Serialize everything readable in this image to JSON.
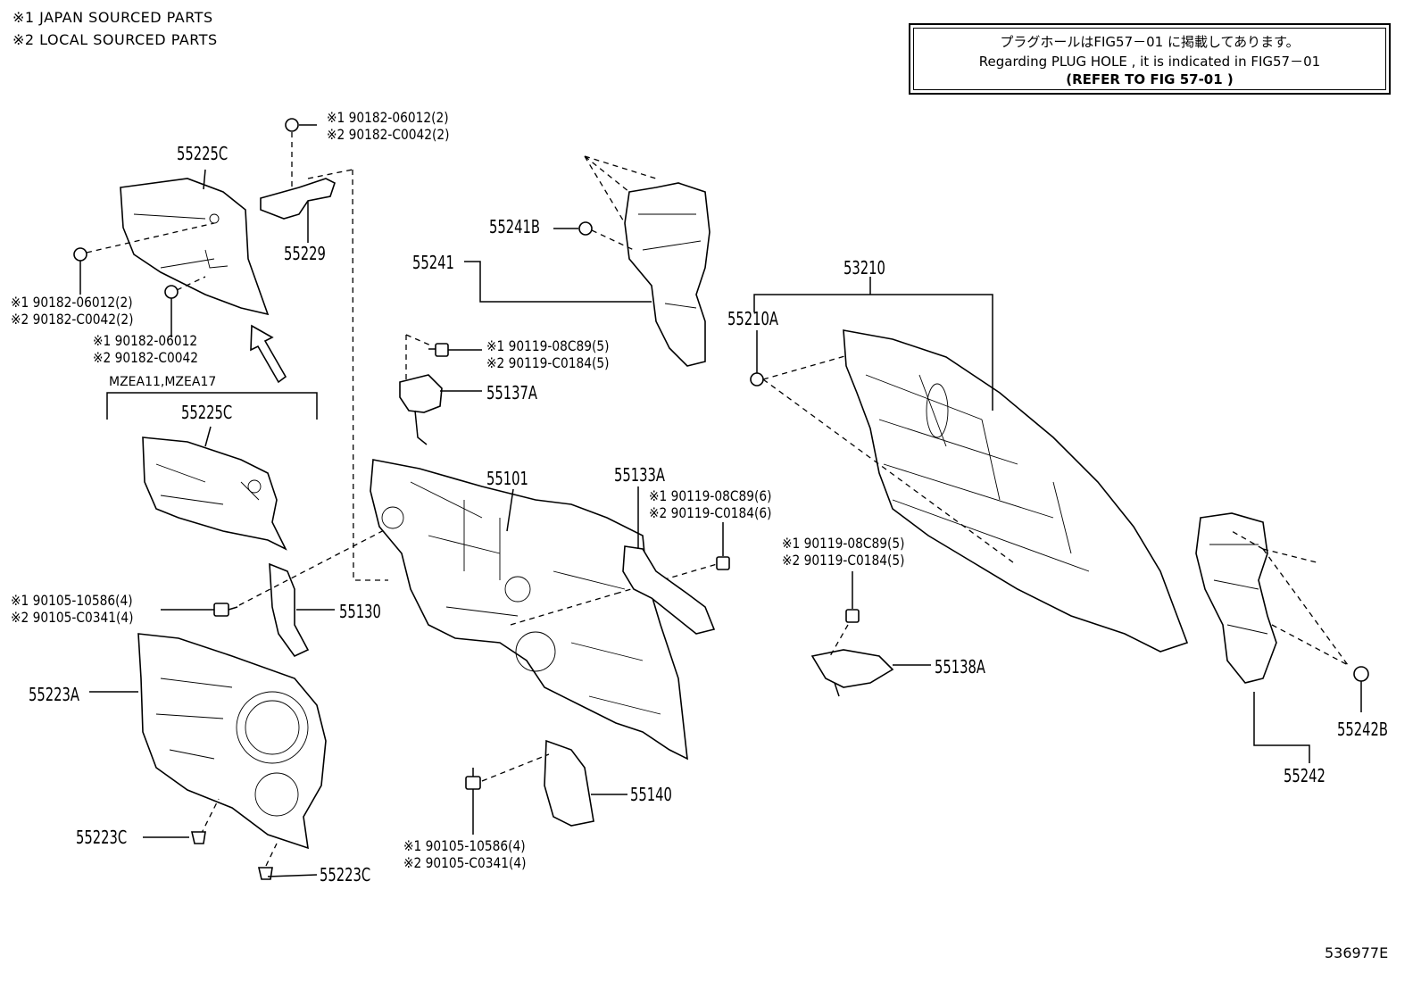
{
  "notes": {
    "japan": "※1  JAPAN SOURCED PARTS",
    "local": "※2  LOCAL SOURCED PARTS"
  },
  "notice": {
    "line1": "プラグホールはFIG57－01 に掲載してあります。",
    "line2": "Regarding  PLUG  HOLE  , it  is  indicated  in  FIG57－01",
    "line3": "(REFER  TO  FIG  57-01  )"
  },
  "parts": {
    "p55225C_top": "55225C",
    "p55229": "55229",
    "p55225C_mid": "55225C",
    "variant": "MZEA11,MZEA17",
    "p55241B": "55241B",
    "p55241": "55241",
    "p55137A": "55137A",
    "p55101": "55101",
    "p55133A": "55133A",
    "p55130": "55130",
    "p55223A": "55223A",
    "p55223C_left": "55223C",
    "p55223C_bottom": "55223C",
    "p55140": "55140",
    "p53210": "53210",
    "p55210A": "55210A",
    "p55138A": "55138A",
    "p55242B": "55242B",
    "p55242": "55242"
  },
  "fasteners": {
    "f1a": "※1 90182-06012(2)",
    "f1b": "※2 90182-C0042(2)",
    "f2a": "※1 90182-06012(2)",
    "f2b": "※2 90182-C0042(2)",
    "f3a": "※1 90182-06012",
    "f3b": "※2 90182-C0042",
    "f4a": "※1 90119-08C89(5)",
    "f4b": "※2 90119-C0184(5)",
    "f5a": "※1 90119-08C89(6)",
    "f5b": "※2 90119-C0184(6)",
    "f6a": "※1 90105-10586(4)",
    "f6b": "※2 90105-C0341(4)",
    "f7a": "※1 90119-08C89(5)",
    "f7b": "※2 90119-C0184(5)",
    "f8a": "※1 90105-10586(4)",
    "f8b": "※2 90105-C0341(4)"
  },
  "figure_id": "536977E"
}
